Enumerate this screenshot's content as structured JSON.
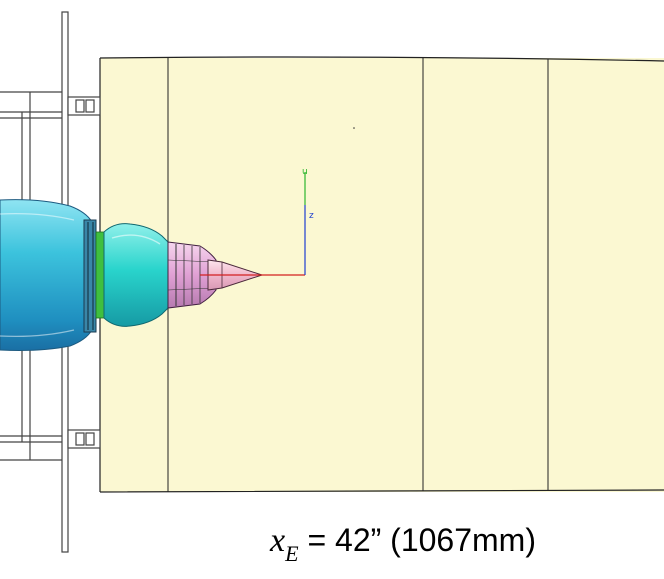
{
  "caption": {
    "variable": "x",
    "subscript": "E",
    "value_text": "= 42” (1067mm)"
  },
  "axes": {
    "vertical_label": "z",
    "vertical_top_label": "u",
    "colors": {
      "horizontal": "#d22020",
      "vertical": "#1e3fd0",
      "vertical_top": "#2db52d"
    }
  },
  "colors": {
    "panel_fill": "#fbf8d2",
    "panel_outline": "#222222",
    "nacelle": "#36c6dc",
    "nacelle_dark": "#1e86b4",
    "core": "#2cd8d0",
    "core_green": "#3fbf3f",
    "nozzle": "#e8a8d8",
    "cone": "#f2c4d8",
    "frame": "#444444"
  }
}
